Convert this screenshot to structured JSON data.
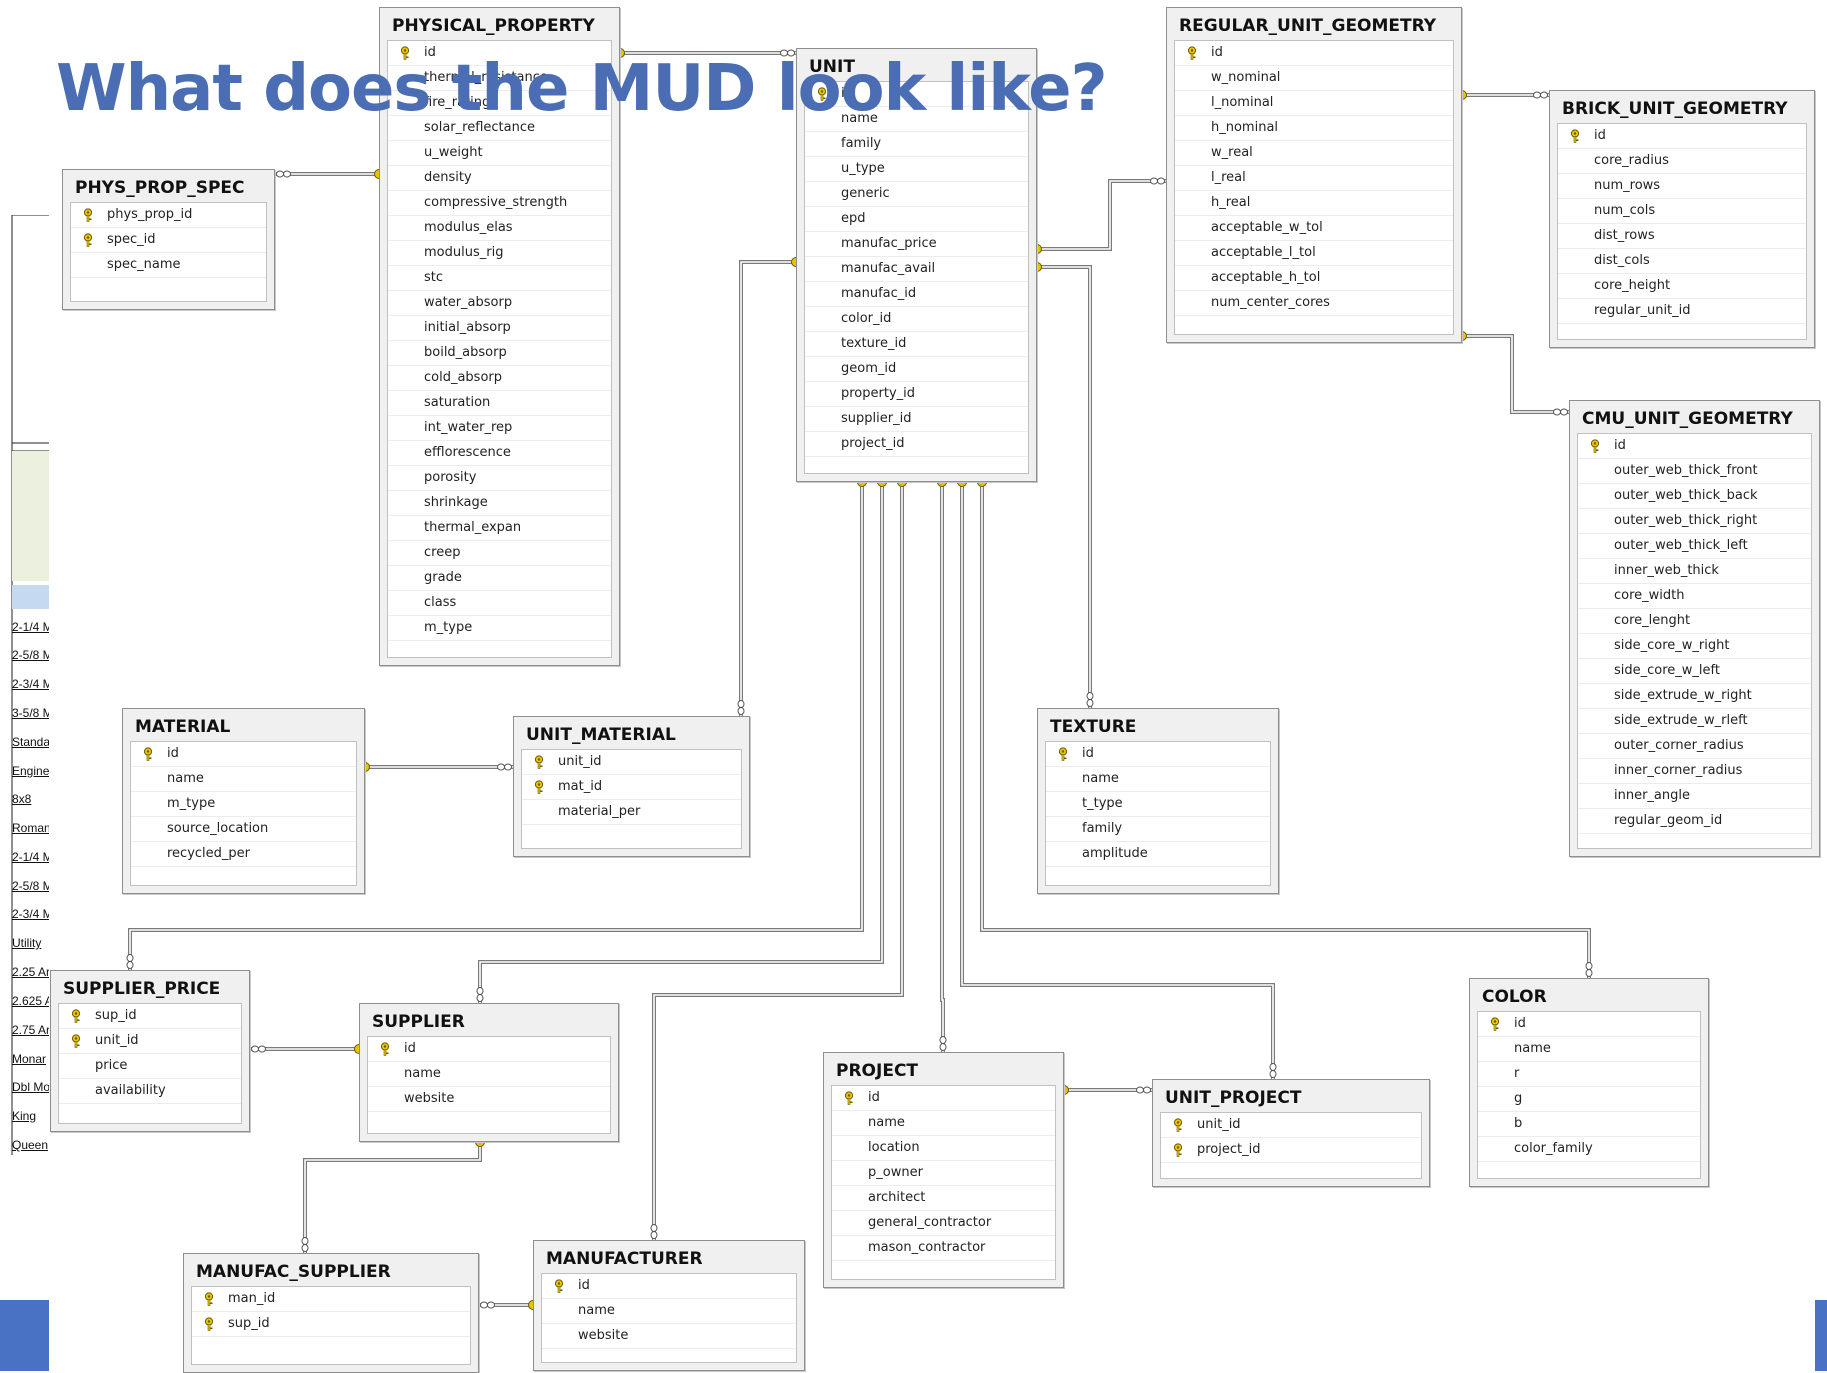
{
  "slide": {
    "title": "What does the MUD look like?"
  },
  "background_fragments": [
    "2-1/4 M",
    "2-5/8 M",
    "2-3/4 M",
    "3-5/8 M",
    "Standa",
    "Engine",
    "8x8",
    "Roman",
    "2-1/4 M",
    "2-5/8 M",
    "2-3/4 M",
    "Utility",
    "2.25 Ar",
    "2.625 A",
    "2.75 Ar",
    "Monar",
    "Dbl Mo",
    "King",
    "Queen"
  ],
  "colors": {
    "title": "#4a6db3",
    "key_icon": "#e8c400",
    "connector": "#7a7a7a",
    "header_bg": "#f0f0f0",
    "strip": "#4a72c4"
  },
  "diagram": {
    "tables": [
      {
        "id": "physical_property",
        "title": "PHYSICAL_PROPERTY",
        "columns": [
          {
            "name": "id",
            "pk": true
          },
          {
            "name": "thermal_resistance"
          },
          {
            "name": "fire_rating"
          },
          {
            "name": "solar_reflectance"
          },
          {
            "name": "u_weight"
          },
          {
            "name": "density"
          },
          {
            "name": "compressive_strength"
          },
          {
            "name": "modulus_elas"
          },
          {
            "name": "modulus_rig"
          },
          {
            "name": "stc"
          },
          {
            "name": "water_absorp"
          },
          {
            "name": "initial_absorp"
          },
          {
            "name": "boild_absorp"
          },
          {
            "name": "cold_absorp"
          },
          {
            "name": "saturation"
          },
          {
            "name": "int_water_rep"
          },
          {
            "name": "efflorescence"
          },
          {
            "name": "porosity"
          },
          {
            "name": "shrinkage"
          },
          {
            "name": "thermal_expan"
          },
          {
            "name": "creep"
          },
          {
            "name": "grade"
          },
          {
            "name": "class"
          },
          {
            "name": "m_type"
          }
        ]
      },
      {
        "id": "phys_prop_spec",
        "title": "PHYS_PROP_SPEC",
        "columns": [
          {
            "name": "phys_prop_id",
            "pk": true
          },
          {
            "name": "spec_id",
            "pk": true
          },
          {
            "name": "spec_name"
          }
        ]
      },
      {
        "id": "unit",
        "title": "UNIT",
        "columns": [
          {
            "name": "id",
            "pk": true
          },
          {
            "name": "name"
          },
          {
            "name": "family"
          },
          {
            "name": "u_type"
          },
          {
            "name": "generic"
          },
          {
            "name": "epd"
          },
          {
            "name": "manufac_price"
          },
          {
            "name": "manufac_avail"
          },
          {
            "name": "manufac_id"
          },
          {
            "name": "color_id"
          },
          {
            "name": "texture_id"
          },
          {
            "name": "geom_id"
          },
          {
            "name": "property_id"
          },
          {
            "name": "supplier_id"
          },
          {
            "name": "project_id"
          }
        ]
      },
      {
        "id": "regular_unit_geometry",
        "title": "REGULAR_UNIT_GEOMETRY",
        "columns": [
          {
            "name": "id",
            "pk": true
          },
          {
            "name": "w_nominal"
          },
          {
            "name": "l_nominal"
          },
          {
            "name": "h_nominal"
          },
          {
            "name": "w_real"
          },
          {
            "name": "l_real"
          },
          {
            "name": "h_real"
          },
          {
            "name": "acceptable_w_tol"
          },
          {
            "name": "acceptable_l_tol"
          },
          {
            "name": "acceptable_h_tol"
          },
          {
            "name": "num_center_cores"
          }
        ]
      },
      {
        "id": "brick_unit_geometry",
        "title": "BRICK_UNIT_GEOMETRY",
        "columns": [
          {
            "name": "id",
            "pk": true
          },
          {
            "name": "core_radius"
          },
          {
            "name": "num_rows"
          },
          {
            "name": "num_cols"
          },
          {
            "name": "dist_rows"
          },
          {
            "name": "dist_cols"
          },
          {
            "name": "core_height"
          },
          {
            "name": "regular_unit_id"
          }
        ]
      },
      {
        "id": "cmu_unit_geometry",
        "title": "CMU_UNIT_GEOMETRY",
        "columns": [
          {
            "name": "id",
            "pk": true
          },
          {
            "name": "outer_web_thick_front"
          },
          {
            "name": "outer_web_thick_back"
          },
          {
            "name": "outer_web_thick_right"
          },
          {
            "name": "outer_web_thick_left"
          },
          {
            "name": "inner_web_thick"
          },
          {
            "name": "core_width"
          },
          {
            "name": "core_lenght"
          },
          {
            "name": "side_core_w_right"
          },
          {
            "name": "side_core_w_left"
          },
          {
            "name": "side_extrude_w_right"
          },
          {
            "name": "side_extrude_w_rleft"
          },
          {
            "name": "outer_corner_radius"
          },
          {
            "name": "inner_corner_radius"
          },
          {
            "name": "inner_angle"
          },
          {
            "name": "regular_geom_id"
          }
        ]
      },
      {
        "id": "material",
        "title": "MATERIAL",
        "columns": [
          {
            "name": "id",
            "pk": true
          },
          {
            "name": "name"
          },
          {
            "name": "m_type"
          },
          {
            "name": "source_location"
          },
          {
            "name": "recycled_per"
          }
        ]
      },
      {
        "id": "unit_material",
        "title": "UNIT_MATERIAL",
        "columns": [
          {
            "name": "unit_id",
            "pk": true
          },
          {
            "name": "mat_id",
            "pk": true
          },
          {
            "name": "material_per"
          }
        ]
      },
      {
        "id": "texture",
        "title": "TEXTURE",
        "columns": [
          {
            "name": "id",
            "pk": true
          },
          {
            "name": "name"
          },
          {
            "name": "t_type"
          },
          {
            "name": "family"
          },
          {
            "name": "amplitude"
          }
        ]
      },
      {
        "id": "supplier_price",
        "title": "SUPPLIER_PRICE",
        "columns": [
          {
            "name": "sup_id",
            "pk": true
          },
          {
            "name": "unit_id",
            "pk": true
          },
          {
            "name": "price"
          },
          {
            "name": "availability"
          }
        ]
      },
      {
        "id": "supplier",
        "title": "SUPPLIER",
        "columns": [
          {
            "name": "id",
            "pk": true
          },
          {
            "name": "name"
          },
          {
            "name": "website"
          }
        ]
      },
      {
        "id": "project",
        "title": "PROJECT",
        "columns": [
          {
            "name": "id",
            "pk": true
          },
          {
            "name": "name"
          },
          {
            "name": "location"
          },
          {
            "name": "p_owner"
          },
          {
            "name": "architect"
          },
          {
            "name": "general_contractor"
          },
          {
            "name": "mason_contractor"
          }
        ]
      },
      {
        "id": "unit_project",
        "title": "UNIT_PROJECT",
        "columns": [
          {
            "name": "unit_id",
            "pk": true
          },
          {
            "name": "project_id",
            "pk": true
          }
        ]
      },
      {
        "id": "color",
        "title": "COLOR",
        "columns": [
          {
            "name": "id",
            "pk": true
          },
          {
            "name": "name"
          },
          {
            "name": "r"
          },
          {
            "name": "g"
          },
          {
            "name": "b"
          },
          {
            "name": "color_family"
          }
        ]
      },
      {
        "id": "manufac_supplier",
        "title": "MANUFAC_SUPPLIER",
        "columns": [
          {
            "name": "man_id",
            "pk": true
          },
          {
            "name": "sup_id",
            "pk": true
          }
        ]
      },
      {
        "id": "manufacturer",
        "title": "MANUFACTURER",
        "columns": [
          {
            "name": "id",
            "pk": true
          },
          {
            "name": "name"
          },
          {
            "name": "website"
          }
        ]
      }
    ],
    "relationships": [
      {
        "from": "physical_property",
        "to": "unit"
      },
      {
        "from": "physical_property",
        "to": "phys_prop_spec"
      },
      {
        "from": "unit",
        "to": "regular_unit_geometry"
      },
      {
        "from": "regular_unit_geometry",
        "to": "brick_unit_geometry"
      },
      {
        "from": "regular_unit_geometry",
        "to": "cmu_unit_geometry"
      },
      {
        "from": "unit",
        "to": "unit_material"
      },
      {
        "from": "material",
        "to": "unit_material"
      },
      {
        "from": "texture",
        "to": "unit"
      },
      {
        "from": "unit",
        "to": "supplier_price"
      },
      {
        "from": "supplier",
        "to": "supplier_price"
      },
      {
        "from": "supplier",
        "to": "unit"
      },
      {
        "from": "supplier",
        "to": "manufac_supplier"
      },
      {
        "from": "manufacturer",
        "to": "manufac_supplier"
      },
      {
        "from": "manufacturer",
        "to": "unit"
      },
      {
        "from": "project",
        "to": "unit"
      },
      {
        "from": "project",
        "to": "unit_project"
      },
      {
        "from": "unit",
        "to": "unit_project"
      },
      {
        "from": "color",
        "to": "unit"
      }
    ]
  }
}
